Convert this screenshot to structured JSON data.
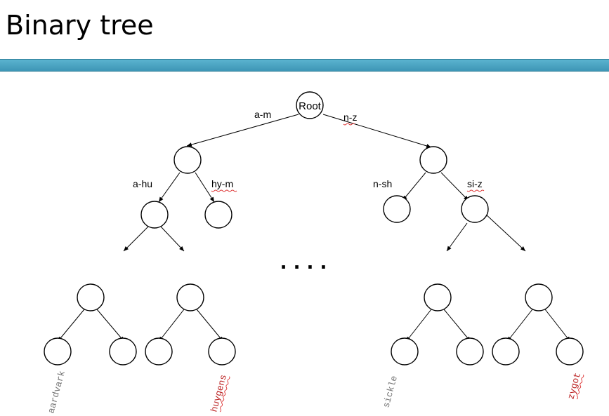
{
  "slide": {
    "title": "Binary tree"
  },
  "diagram": {
    "root_label": "Root",
    "edge_labels": {
      "left": "a-m",
      "right": "n-z",
      "left_left": "a-hu",
      "left_right": "hy-m",
      "right_left": "n-sh",
      "right_right": "si-z"
    },
    "ellipsis": ". . . .",
    "leaf_words": [
      "aardvark",
      "huygens",
      "sickle",
      "zygot"
    ]
  },
  "colors": {
    "band": "#4aa3c2",
    "leaf_word": "#777777"
  }
}
